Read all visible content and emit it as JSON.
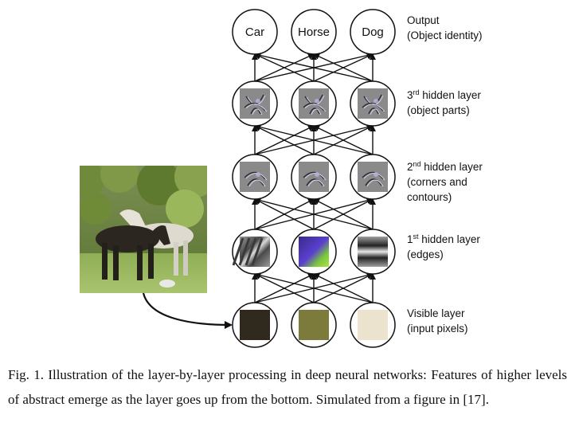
{
  "diagram": {
    "output_nodes": [
      "Car",
      "Horse",
      "Dog"
    ],
    "layers": [
      {
        "id": "output",
        "lines": [
          "Output",
          "(Object identity)"
        ]
      },
      {
        "id": "hidden3",
        "lines": [
          "3^rd hidden layer",
          "(object parts)"
        ]
      },
      {
        "id": "hidden2",
        "lines": [
          "2^nd hidden layer",
          "(corners and",
          " contours)"
        ]
      },
      {
        "id": "hidden1",
        "lines": [
          "1^st hidden layer",
          "(edges)"
        ]
      },
      {
        "id": "visible",
        "lines": [
          "Visible layer",
          "(input pixels)"
        ]
      }
    ],
    "pixel_colors": [
      "#302a1e",
      "#7d7b3b",
      "#ece3cf"
    ],
    "colors": {
      "node_stroke": "#111111",
      "edge": "#111111",
      "feature_gray": "#8a8a8a"
    }
  },
  "caption": {
    "text": "Fig. 1. Illustration of the layer-by-layer processing in deep neural networks: Features of higher levels of abstract emerge as the layer goes up from the bottom. Simulated from a figure in [17]."
  }
}
